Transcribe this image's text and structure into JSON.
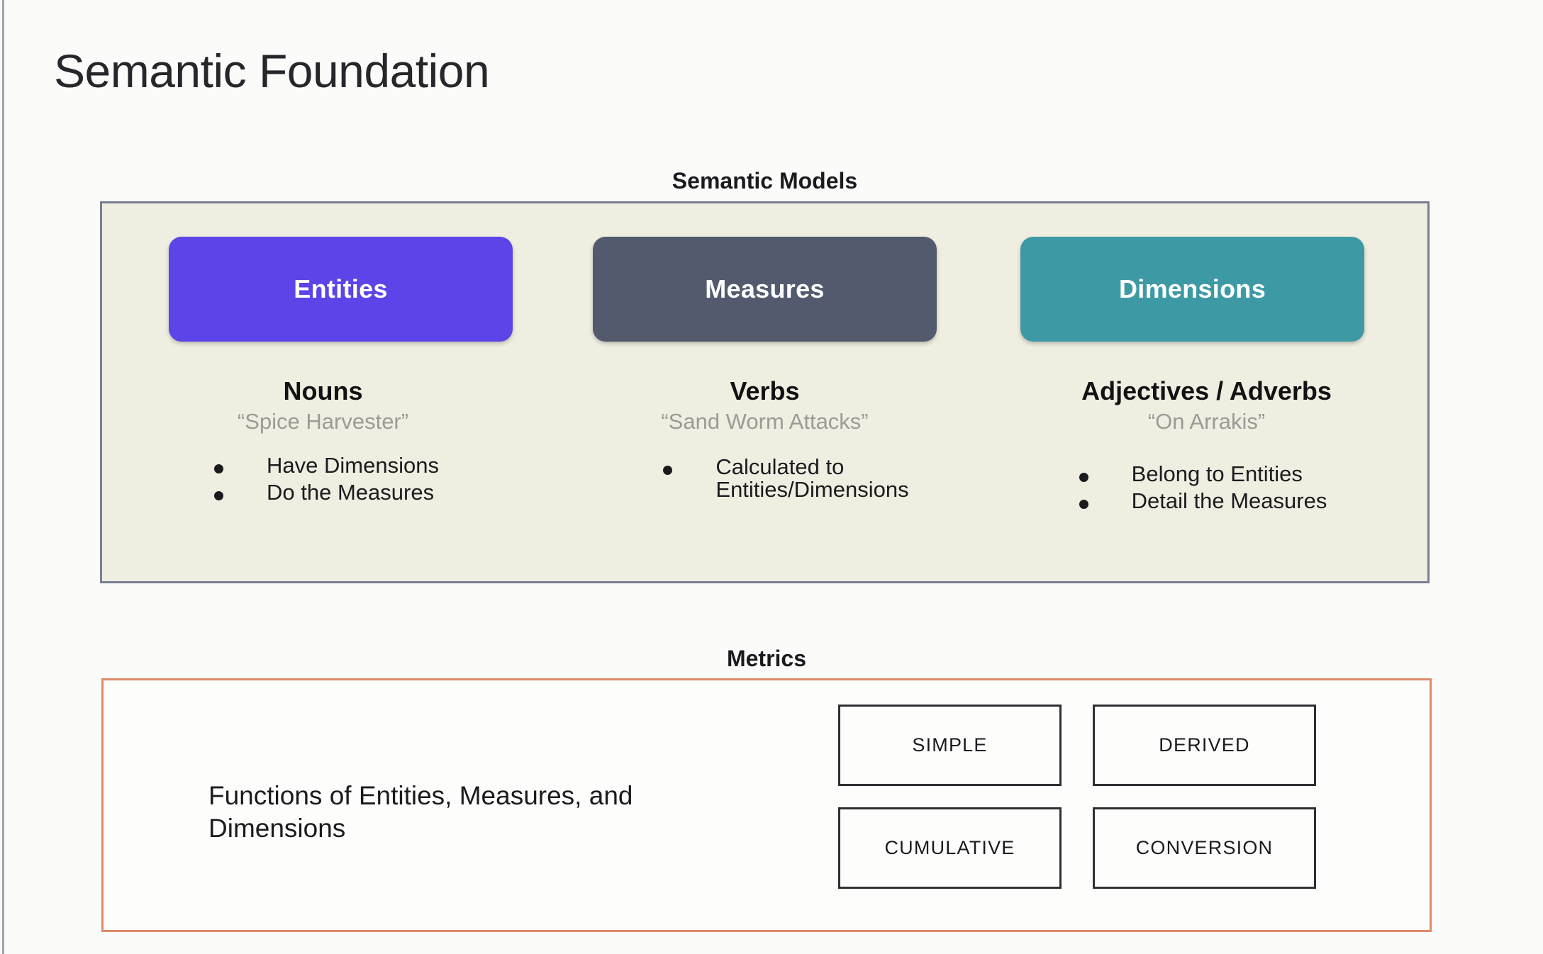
{
  "slide": {
    "title": "Semantic Foundation"
  },
  "semantic_models": {
    "caption": "Semantic Models",
    "panel_background": "#efeee1",
    "panel_border": "#787f92",
    "columns": [
      {
        "pill_label": "Entities",
        "pill_color": "#5b45e8",
        "part_of_speech": "Nouns",
        "example": "“Spice Harvester”",
        "bullets": [
          "Have Dimensions",
          "Do the Measures"
        ]
      },
      {
        "pill_label": "Measures",
        "pill_color": "#535a6e",
        "part_of_speech": "Verbs",
        "example": "“Sand Worm Attacks”",
        "bullets": [
          "Calculated to\nEntities/Dimensions"
        ]
      },
      {
        "pill_label": "Dimensions",
        "pill_color": "#3d9aa5",
        "part_of_speech": "Adjectives / Adverbs",
        "example": "“On Arrakis”",
        "bullets": [
          "Belong to Entities",
          "Detail the Measures"
        ]
      }
    ]
  },
  "metrics": {
    "caption": "Metrics",
    "panel_border": "#e08a6a",
    "description": "Functions of Entities, Measures, and Dimensions",
    "types": [
      "SIMPLE",
      "DERIVED",
      "CUMULATIVE",
      "CONVERSION"
    ]
  }
}
